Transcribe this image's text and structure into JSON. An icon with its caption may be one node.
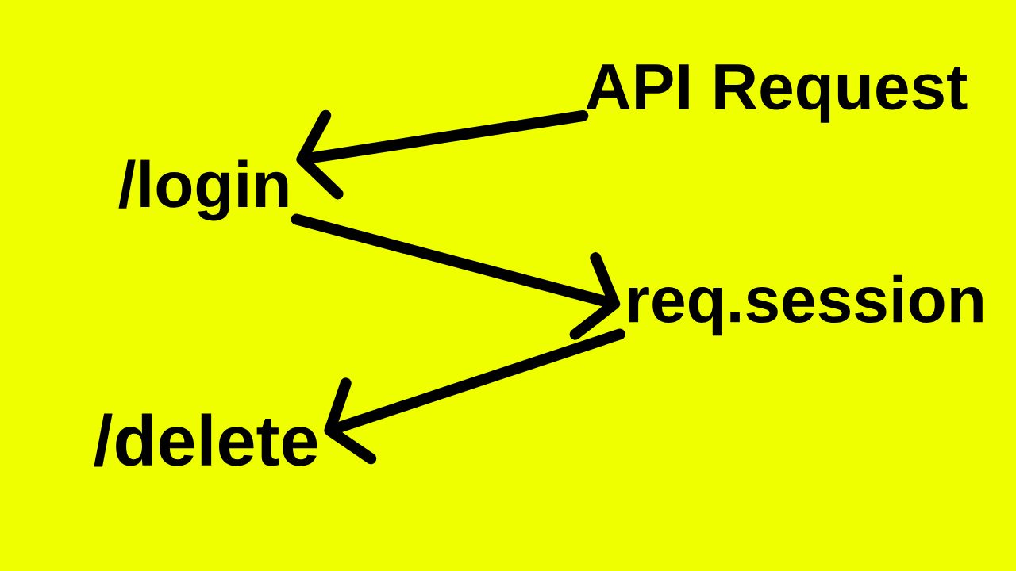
{
  "diagram": {
    "nodes": [
      {
        "text": [
          "API Request"
        ]
      },
      {
        "text": [
          "/login"
        ]
      },
      {
        "text": [
          "req.session"
        ]
      },
      {
        "text": [
          "/delete"
        ]
      }
    ],
    "edges": [
      {
        "from": 0,
        "to": 1,
        "arrow": "to"
      },
      {
        "from": 1,
        "to": 2,
        "arrow": "to"
      },
      {
        "from": 2,
        "to": 3,
        "arrow": "to"
      }
    ]
  }
}
